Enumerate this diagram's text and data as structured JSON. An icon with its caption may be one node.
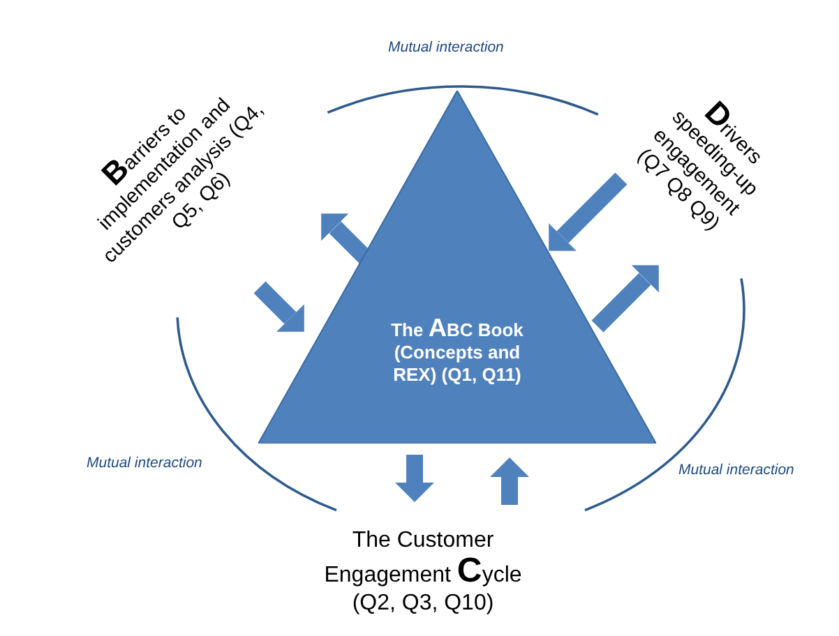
{
  "diagram": {
    "nodes": [
      {
        "text": [
          "The **A**BC Book (Concepts and REX) (Q1, Q11)"
        ]
      },
      {
        "text": [
          "**B**arriers to implementation and customers analysis (Q4, Q5, Q6)"
        ]
      },
      {
        "text": [
          "**D**rivers speeding-up engagement (Q7 Q8 Q9)"
        ]
      },
      {
        "text": [
          "The Customer Engagement **C**ycle (Q2, Q3, Q10)"
        ]
      }
    ],
    "edges": [
      {
        "from": 0,
        "to": 1,
        "arrow": "to"
      },
      {
        "from": 1,
        "to": 0,
        "arrow": "to"
      },
      {
        "from": 2,
        "to": 0,
        "arrow": "to"
      },
      {
        "from": 0,
        "to": 2,
        "arrow": "to"
      },
      {
        "from": 0,
        "to": 3,
        "arrow": "to"
      },
      {
        "from": 3,
        "to": 0,
        "arrow": "to"
      }
    ],
    "labels": [
      "Mutual interaction",
      "Mutual interaction",
      "Mutual interaction"
    ]
  }
}
